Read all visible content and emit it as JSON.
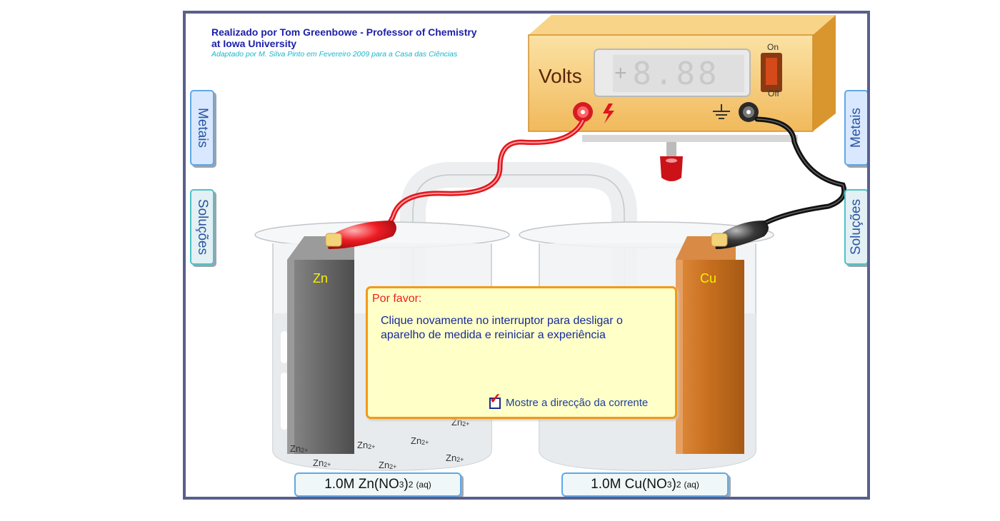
{
  "header": {
    "credit_line1": "Realizado por Tom Greenbowe - Professor of Chemistry",
    "credit_line2": "at Iowa University",
    "credit_line3": "Adaptado por M. Silva Pinto em Fevereiro 2009 para a Casa das Ciências"
  },
  "side_tabs": {
    "left_metais": "Metais",
    "left_solucoes": "Soluções",
    "right_metais": "Metais",
    "right_solucoes": "Soluções"
  },
  "voltmeter": {
    "label": "Volts",
    "display_sign": "+",
    "display_value": "8.88",
    "switch_on_label": "On",
    "switch_off_label": "Off",
    "positive_terminal_icon": "lightning-icon",
    "negative_terminal_icon": "ground-icon"
  },
  "electrodes": {
    "left": "Zn",
    "right": "Cu"
  },
  "ions": {
    "symbol": "Zn",
    "charge": "2+"
  },
  "solutions": {
    "left_main": "1.0M Zn(NO",
    "left_sub": "3",
    "left_suffix": ")",
    "left_sub2": "2",
    "left_state": "(aq)",
    "right_main": "1.0M Cu(NO",
    "right_sub": "3",
    "right_suffix": ")",
    "right_sub2": "2",
    "right_state": "(aq)"
  },
  "dialog": {
    "title": "Por favor:",
    "message": "Clique novamente no interruptor para desligar o aparelho de medida e reiniciar a experiência",
    "checkbox_label": "Mostre a direcção da corrente",
    "checkbox_checked": true
  },
  "colors": {
    "frame_border": "#5a5f8c",
    "credit_text": "#1d21a8",
    "credit_italic": "#19b6c9",
    "dialog_border": "#f29a1a",
    "dialog_bg": "#ffffc8",
    "dialog_title": "#ee1f1f",
    "dialog_text": "#162a9a",
    "red_wire": "#e0161e",
    "black_wire": "#111111",
    "zinc": "#6f6f6f",
    "copper": "#c8731e"
  }
}
